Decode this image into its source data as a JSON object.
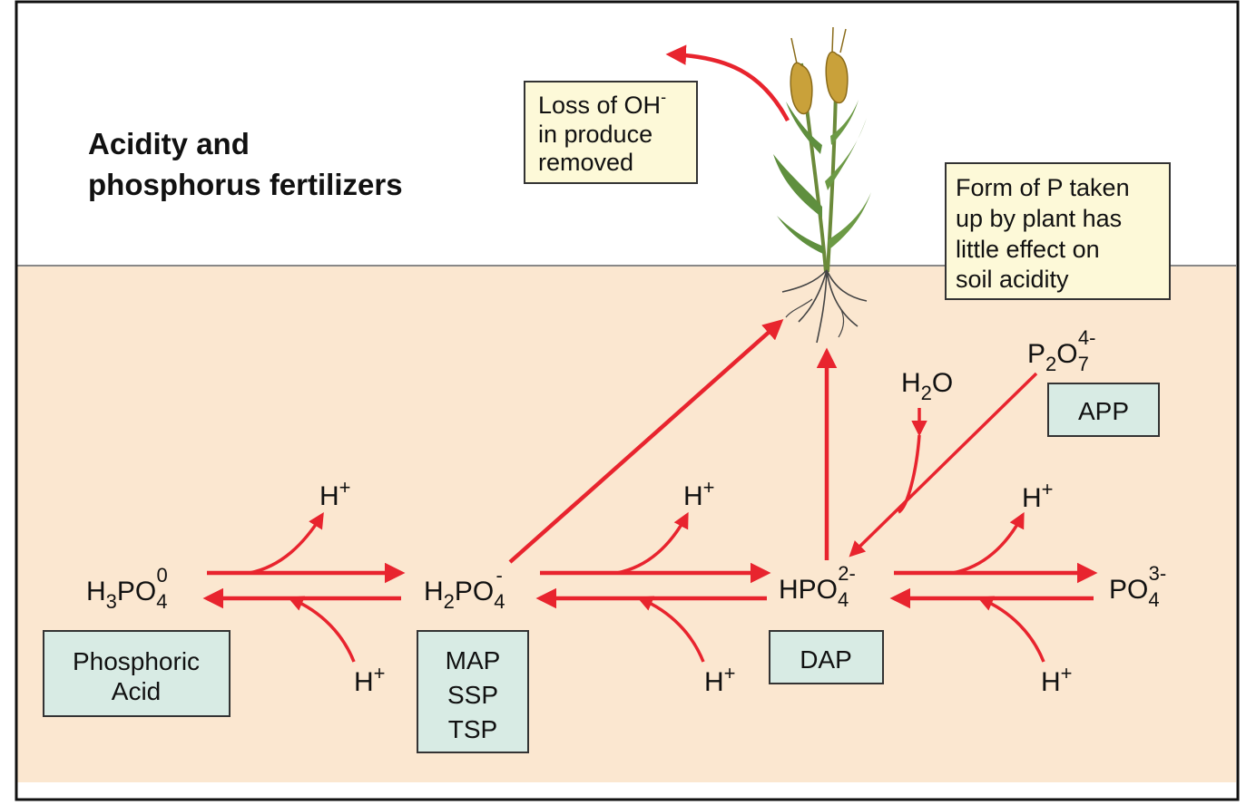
{
  "title": {
    "line1": "Acidity and",
    "line2": "phosphorus fertilizers"
  },
  "notes": {
    "loss": {
      "line1": "Loss of OH",
      "line1_sup": "-",
      "line2": "in produce",
      "line3": "removed"
    },
    "form": {
      "line1": "Form of P taken",
      "line2": "up by plant has",
      "line3": "little effect on",
      "line4": "soil acidity"
    }
  },
  "species": {
    "h3po4": {
      "base": "H",
      "sub1": "3",
      "mid": "PO",
      "sub2": "4",
      "sup": "0"
    },
    "h2po4": {
      "base": "H",
      "sub1": "2",
      "mid": "PO",
      "sub2": "4",
      "sup": "-"
    },
    "hpo4": {
      "base": "HPO",
      "sub": "4",
      "sup": "2-"
    },
    "po4": {
      "base": "PO",
      "sub": "4",
      "sup": "3-"
    },
    "p2o7": {
      "base": "P",
      "sub1": "2",
      "mid": "O",
      "sub2": "7",
      "sup": "4-"
    },
    "h2o": {
      "base": "H",
      "sub": "2",
      "tail": "O"
    }
  },
  "protons": {
    "label": "H",
    "charge": "+"
  },
  "fertilizers": {
    "phosphoric": [
      "Phosphoric",
      "Acid"
    ],
    "map_group": [
      "MAP",
      "SSP",
      "TSP"
    ],
    "dap": "DAP",
    "app": "APP"
  },
  "colors": {
    "arrow": "#e8242e",
    "soil": "#fbe7d0",
    "box_fill": "#d8ebe4",
    "note_fill": "#fdf9d8",
    "border": "#222222"
  }
}
